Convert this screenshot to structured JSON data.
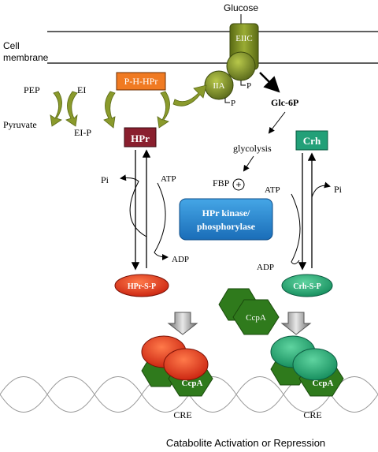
{
  "labels": {
    "glucose": "Glucose",
    "cell": "Cell",
    "membrane": "membrane",
    "eiic": "EIIC",
    "iia": "IIA",
    "p1": "P",
    "p2": "P",
    "glc6p": "Glc-6P",
    "pep": "PEP",
    "ei": "EI",
    "pyruvate": "Pyruvate",
    "eip": "EI-P",
    "phhpr": "P-H-HPr",
    "hpr": "HPr",
    "crh": "Crh",
    "glycolysis": "glycolysis",
    "fbp": "FBP",
    "plus": "+",
    "pi_left": "Pi",
    "atp_left": "ATP",
    "adp_left": "ADP",
    "pi_right": "Pi",
    "atp_right": "ATP",
    "adp_right": "ADP",
    "kinase_line1": "HPr kinase/",
    "kinase_line2": "phosphorylase",
    "hprsp": "HPr-S-P",
    "crhsp": "Crh-S-P",
    "ccpa_center": "CcpA",
    "ccpa_left": "CcpA",
    "ccpa_right": "CcpA",
    "cre_left": "CRE",
    "cre_right": "CRE",
    "caption": "Catabolite Activation or Repression"
  },
  "colors": {
    "olive": "#6f7d1f",
    "dark_green": "#2f7a1c",
    "orange": "#f07a22",
    "maroon": "#8a1f2e",
    "teal": "#22a078",
    "blue": "#1d7fc8",
    "red": "#e0321c",
    "teal_ellipse": "#1fa070",
    "dna": "#999999"
  }
}
